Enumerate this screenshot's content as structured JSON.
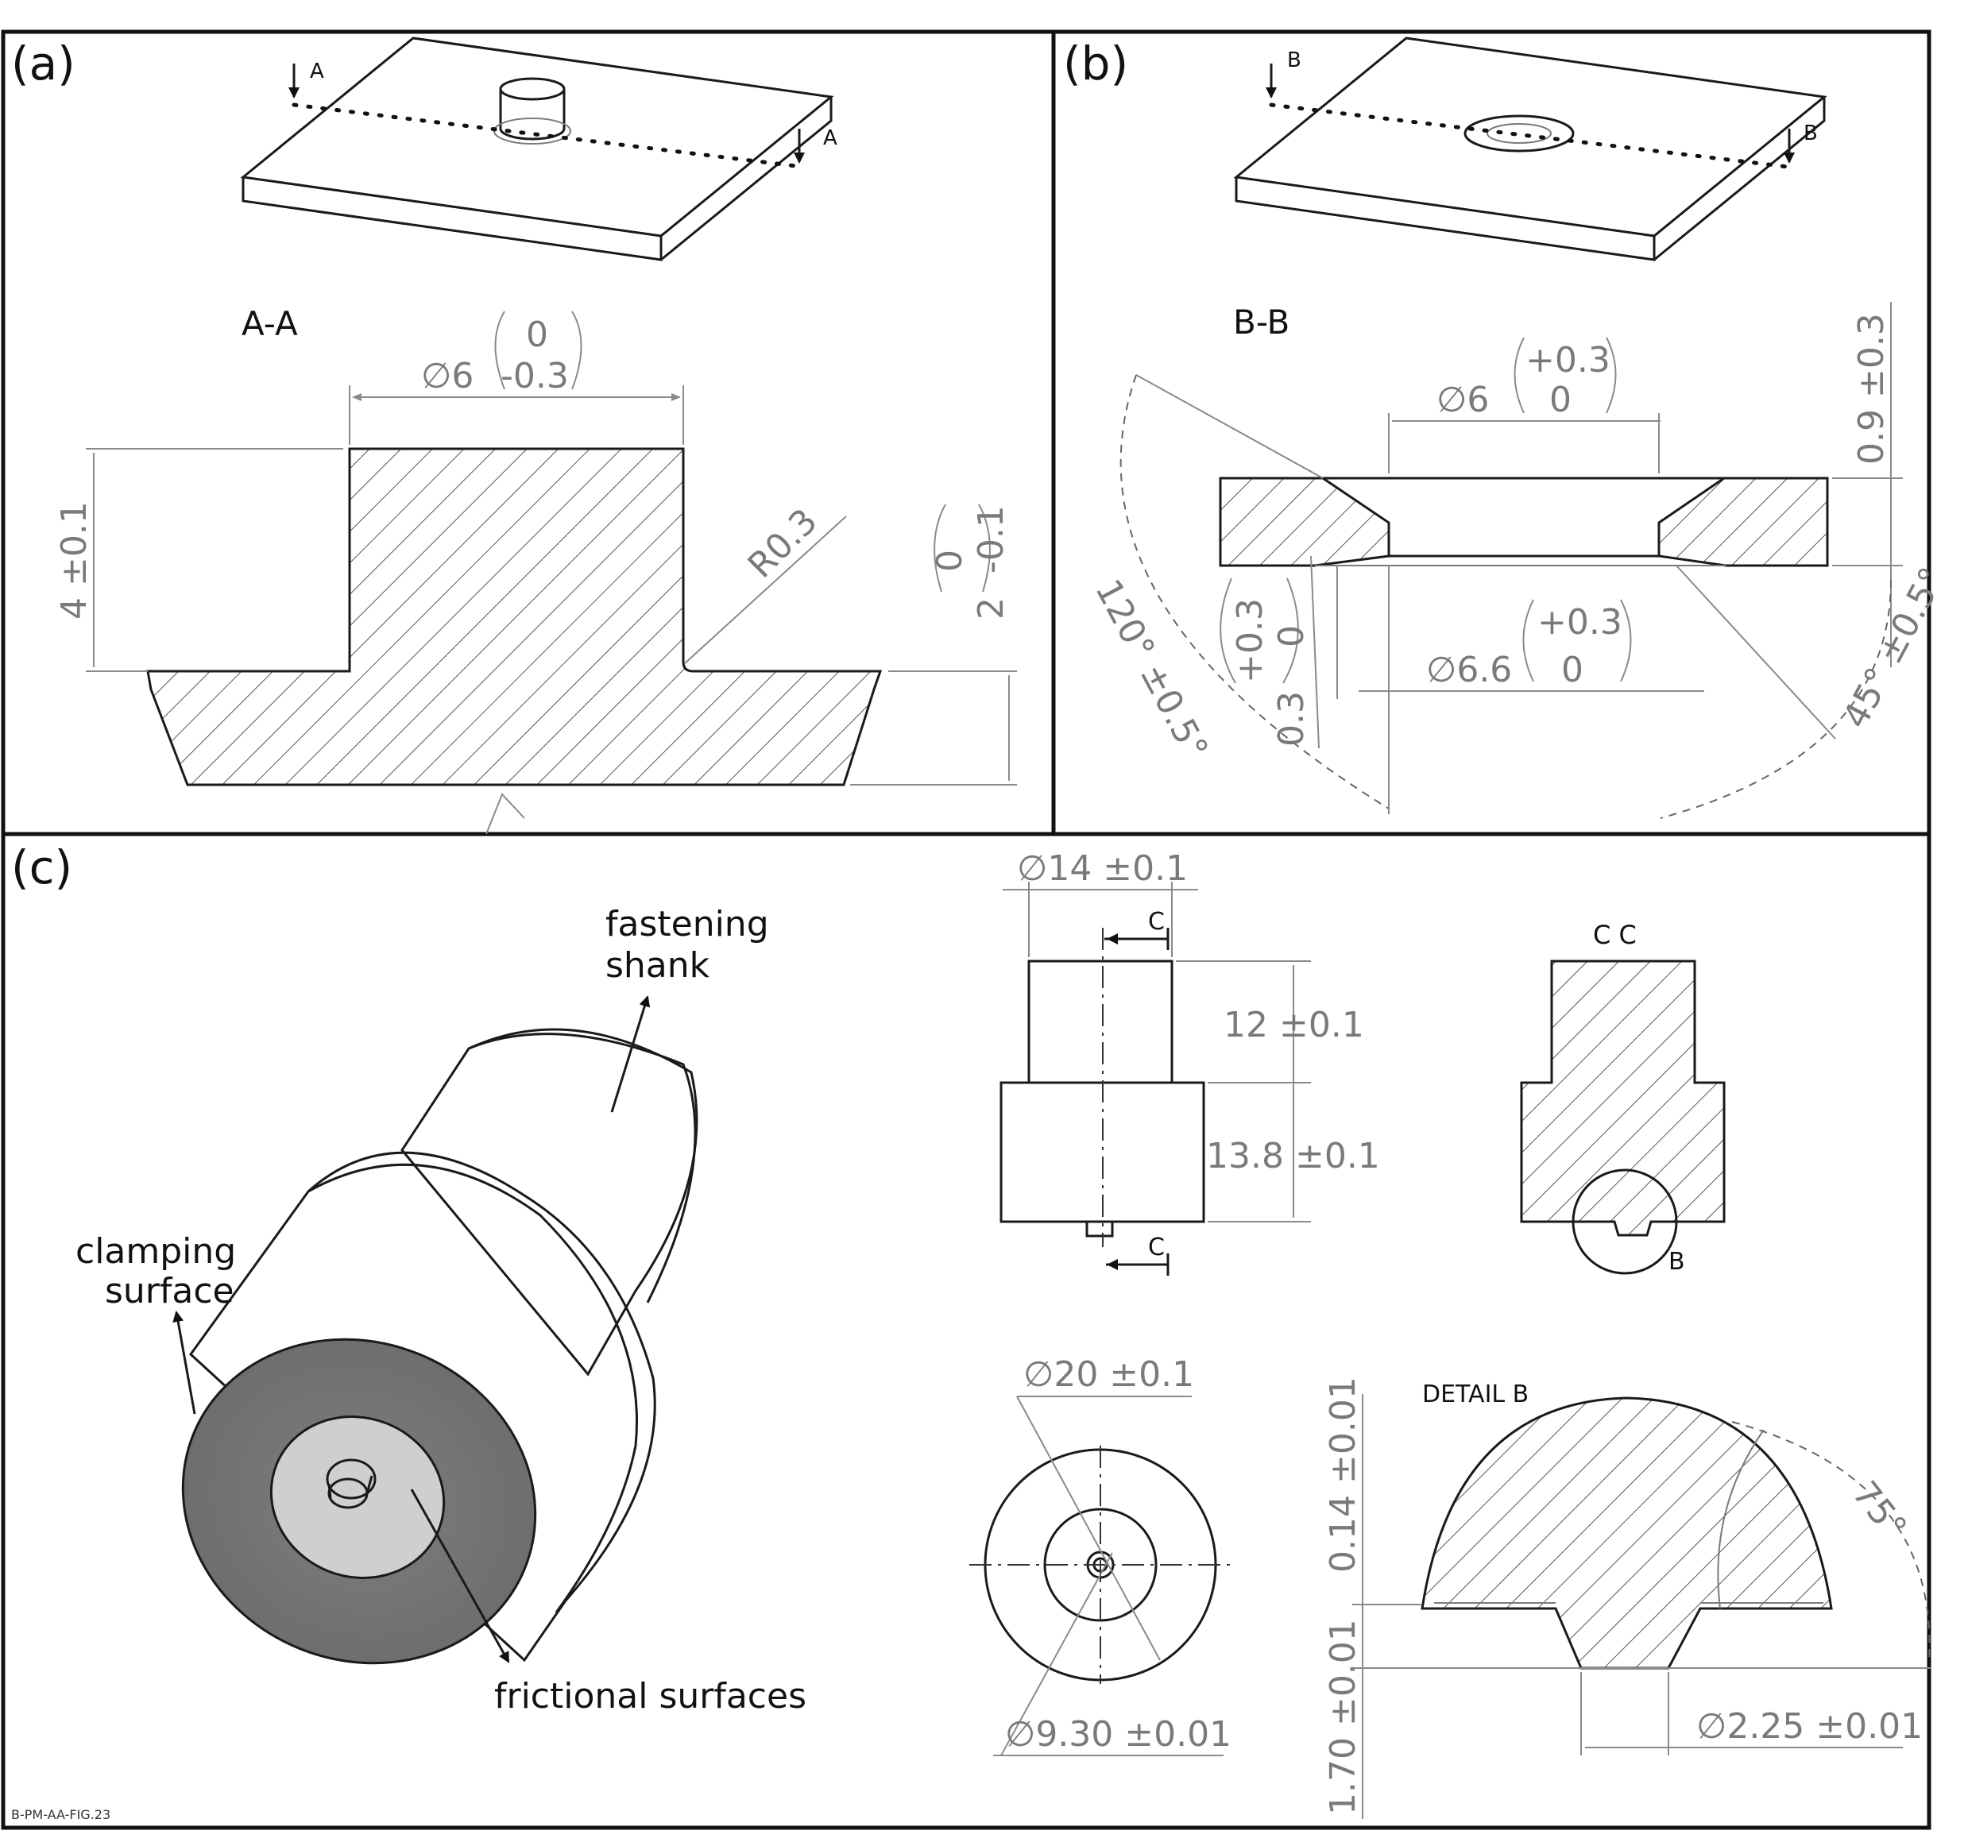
{
  "panels": {
    "a": {
      "label": "(a)",
      "section_mark": "A",
      "section_title": "A-A",
      "dims": {
        "diameter_sym": "∅6",
        "diameter_tol_upper": "0",
        "diameter_tol_lower": "-0.3",
        "height": "4 ±0.1",
        "radius": "R0.3",
        "base_tol_upper": "0",
        "base_tol_lower": "-0.1",
        "base_nominal": "2"
      }
    },
    "b": {
      "label": "(b)",
      "section_mark": "B",
      "section_title": "B-B",
      "dims": {
        "bore_sym": "∅6",
        "bore_tol_upper": "+0.3",
        "bore_tol_lower": "0",
        "thickness": "0.9 ±0.3",
        "angle_120": "120° ±0.5°",
        "depth_nominal": "0.3",
        "depth_tol_upper": "+0.3",
        "depth_tol_lower": "0",
        "outer_sym": "∅6.6",
        "outer_tol_upper": "+0.3",
        "outer_tol_lower": "0",
        "angle_45": "45° ±0.5°"
      }
    },
    "c": {
      "label": "(c)",
      "annotations": {
        "fastening_1": "fastening",
        "fastening_2": "shank",
        "clamping_1": "clamping",
        "clamping_2": "surface",
        "frictional": "frictional surfaces"
      },
      "dims": {
        "d14": "∅14 ±0.1",
        "h12": "12 ±0.1",
        "h13_8": "13.8 ±0.1",
        "d20": "∅20 ±0.1",
        "d9_30": "∅9.30 ±0.01",
        "h0_14": "0.14 ±0.01",
        "h1_70": "1.70 ±0.01",
        "d2_25": "∅2.25 ±0.01",
        "angle_75": "75°"
      },
      "section_mark": "C",
      "section_title": "C C",
      "detail_mark": "B",
      "detail_title": "DETAIL B",
      "footer_code": "B-PM-AA-FIG.23"
    }
  }
}
